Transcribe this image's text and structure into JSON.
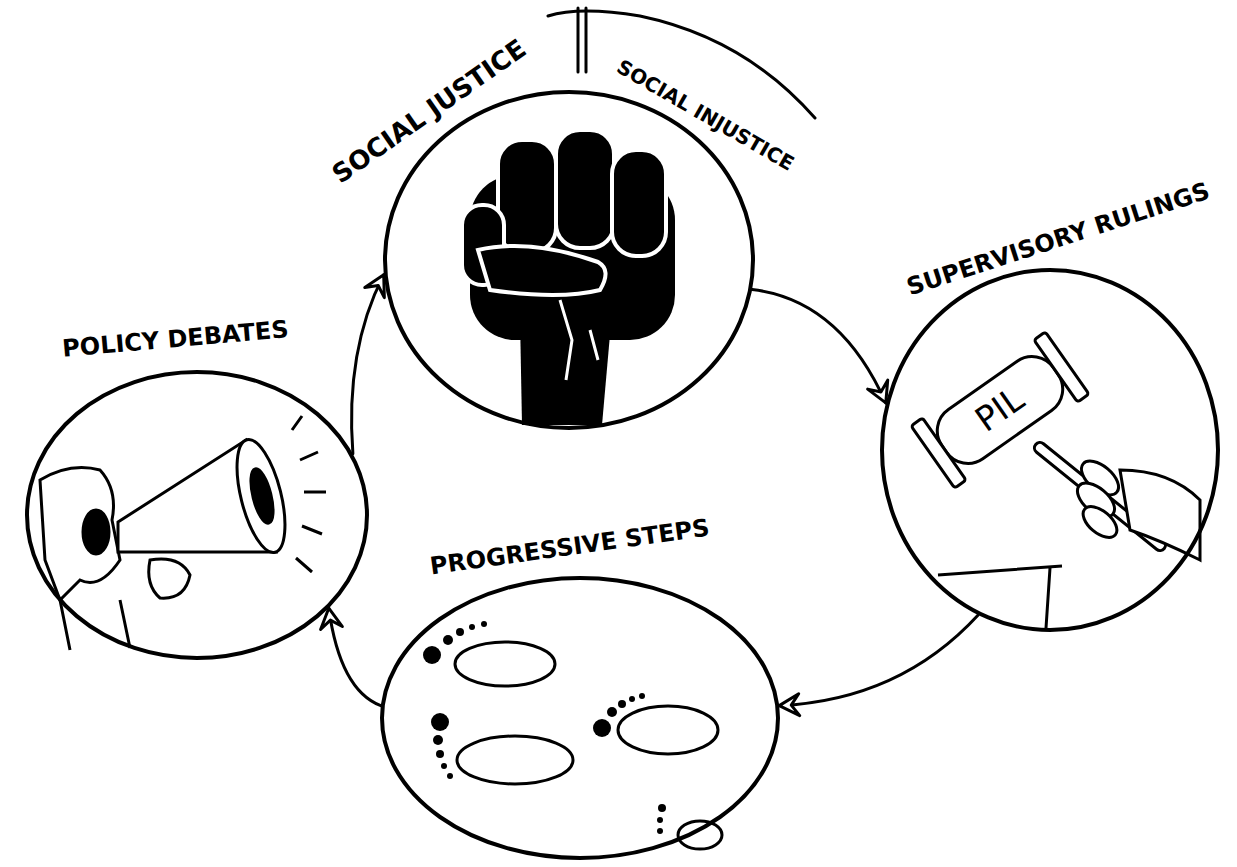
{
  "diagram": {
    "nodes": [
      {
        "text": [
          "SOCIAL JUSTICE",
          "SOCIAL INJUSTICE"
        ]
      },
      {
        "text": [
          "SUPERVISORY RULINGS",
          "PIL"
        ]
      },
      {
        "text": [
          "PROGRESSIVE STEPS"
        ]
      },
      {
        "text": [
          "POLICY DEBATES"
        ]
      }
    ],
    "edges": [
      {
        "from": 0,
        "to": 1,
        "arrow": "to"
      },
      {
        "from": 1,
        "to": 2,
        "arrow": "to"
      },
      {
        "from": 2,
        "to": 3,
        "arrow": "to"
      },
      {
        "from": 3,
        "to": 0,
        "arrow": "to"
      }
    ]
  }
}
